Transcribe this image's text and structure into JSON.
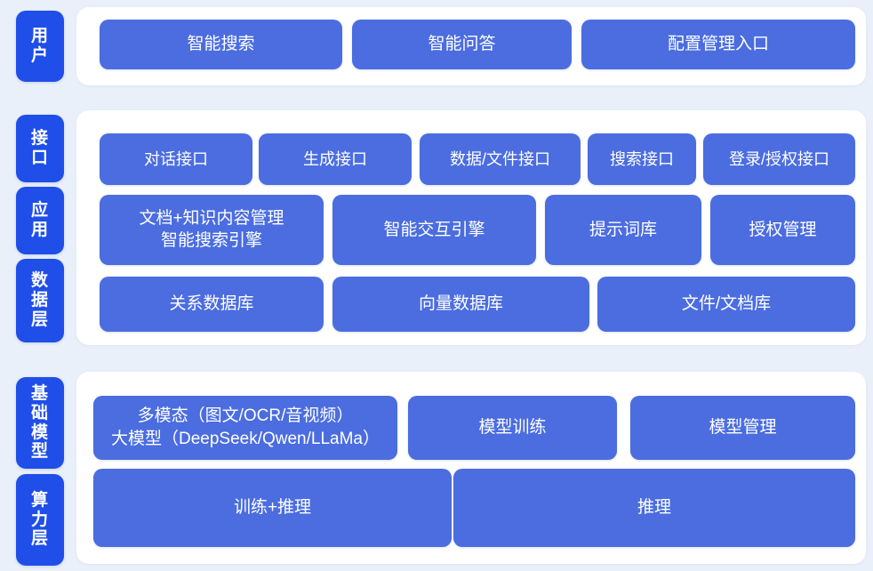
{
  "colors": {
    "background": "#eaf0fa",
    "panel": "#ffffff",
    "side_tab": "#1f4fe8",
    "box": "#4b6de0",
    "text_on_blue": "#ffffff"
  },
  "sections": [
    {
      "id": "user",
      "tabs": [
        {
          "label": "用户"
        }
      ],
      "rows": [
        {
          "id": "user-row",
          "boxes": [
            {
              "label": "智能搜索"
            },
            {
              "label": "智能问答"
            },
            {
              "label": "配置管理入口"
            }
          ]
        }
      ]
    },
    {
      "id": "platform",
      "tabs": [
        {
          "label": "接口"
        },
        {
          "label": "应用"
        },
        {
          "label": "数据层"
        }
      ],
      "rows": [
        {
          "id": "interface-row",
          "boxes": [
            {
              "label": "对话接口"
            },
            {
              "label": "生成接口"
            },
            {
              "label": "数据/文件接口"
            },
            {
              "label": "搜索接口"
            },
            {
              "label": "登录/授权接口"
            }
          ]
        },
        {
          "id": "application-row",
          "boxes": [
            {
              "label": "文档+知识内容管理\n智能搜索引擎"
            },
            {
              "label": "智能交互引擎"
            },
            {
              "label": "提示词库"
            },
            {
              "label": "授权管理"
            }
          ]
        },
        {
          "id": "data-row",
          "boxes": [
            {
              "label": "关系数据库"
            },
            {
              "label": "向量数据库"
            },
            {
              "label": "文件/文档库"
            }
          ]
        }
      ]
    },
    {
      "id": "foundation",
      "tabs": [
        {
          "label": "基础模型"
        },
        {
          "label": "算力层"
        }
      ],
      "rows": [
        {
          "id": "model-row",
          "boxes": [
            {
              "label": "多模态（图文/OCR/音视频）\n大模型（DeepSeek/Qwen/LLaMa）"
            },
            {
              "label": "模型训练"
            },
            {
              "label": "模型管理"
            }
          ]
        },
        {
          "id": "compute-row",
          "boxes": [
            {
              "label": "训练+推理"
            },
            {
              "label": "推理"
            }
          ]
        }
      ]
    }
  ]
}
